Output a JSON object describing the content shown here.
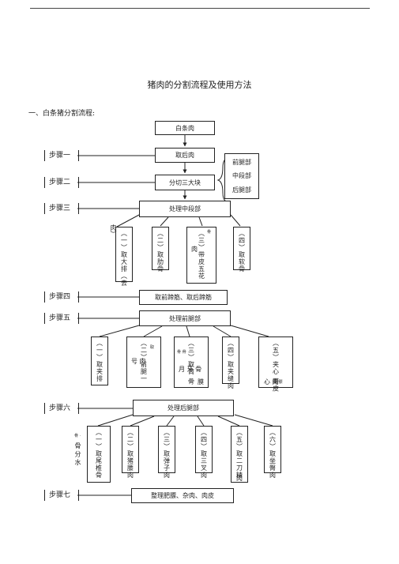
{
  "title": "猪肉的分割流程及使用方法",
  "section_heading": "一、白条猪分割流程:",
  "steps": [
    "步骤一",
    "步骤二",
    "步骤三",
    "步骤四",
    "步骤五",
    "步骤六",
    "步骤七"
  ],
  "nodes": {
    "start": "白条肉",
    "remove_rear": "取后肉",
    "cut_three": "分切三大块",
    "mid_process": "处理中段部",
    "remove_tendon": "取前蹄筋、取后蹄筋",
    "front_process": "处理前腿部",
    "rear_process": "处理后腿部",
    "final": "整理肥膘、杂肉、肉皮"
  },
  "three_parts": [
    "前腿部",
    "中段部",
    "后腿部"
  ],
  "mid_items": [
    "（一）取大排（去",
    "（二）取肋骨",
    "（三）带皮五花",
    "（四）取软骨"
  ],
  "mid_notes": {
    "item1_left": "肉）",
    "item3_left": "肉",
    "item3_sup": "骨"
  },
  "front_items": [
    "（一）取夹排",
    "（二）前腿一",
    "（三）取筒 骨",
    "（四）取夹缝肉",
    "（五）夹心 带皮"
  ],
  "front_notes": {
    "item2_left": "号 肉",
    "item2_sup": "取",
    "item3_left": "月 牙 骨",
    "item3_small": "骨 骨",
    "item3_right": "膜",
    "item5_left": "心 肉",
    "item5_small": "颈 膘"
  },
  "rear_items": [
    "（一）取尾椎骨",
    "（二）取猪腰肉",
    "（三）取弹子肉",
    "（四）取三叉肉",
    "（五）取二刀精",
    "（六）取坐臀肉"
  ],
  "rear_notes": {
    "item1_left": "骨 分 水",
    "item1_small": "骨 ·",
    "item5_bottom": "肉"
  }
}
